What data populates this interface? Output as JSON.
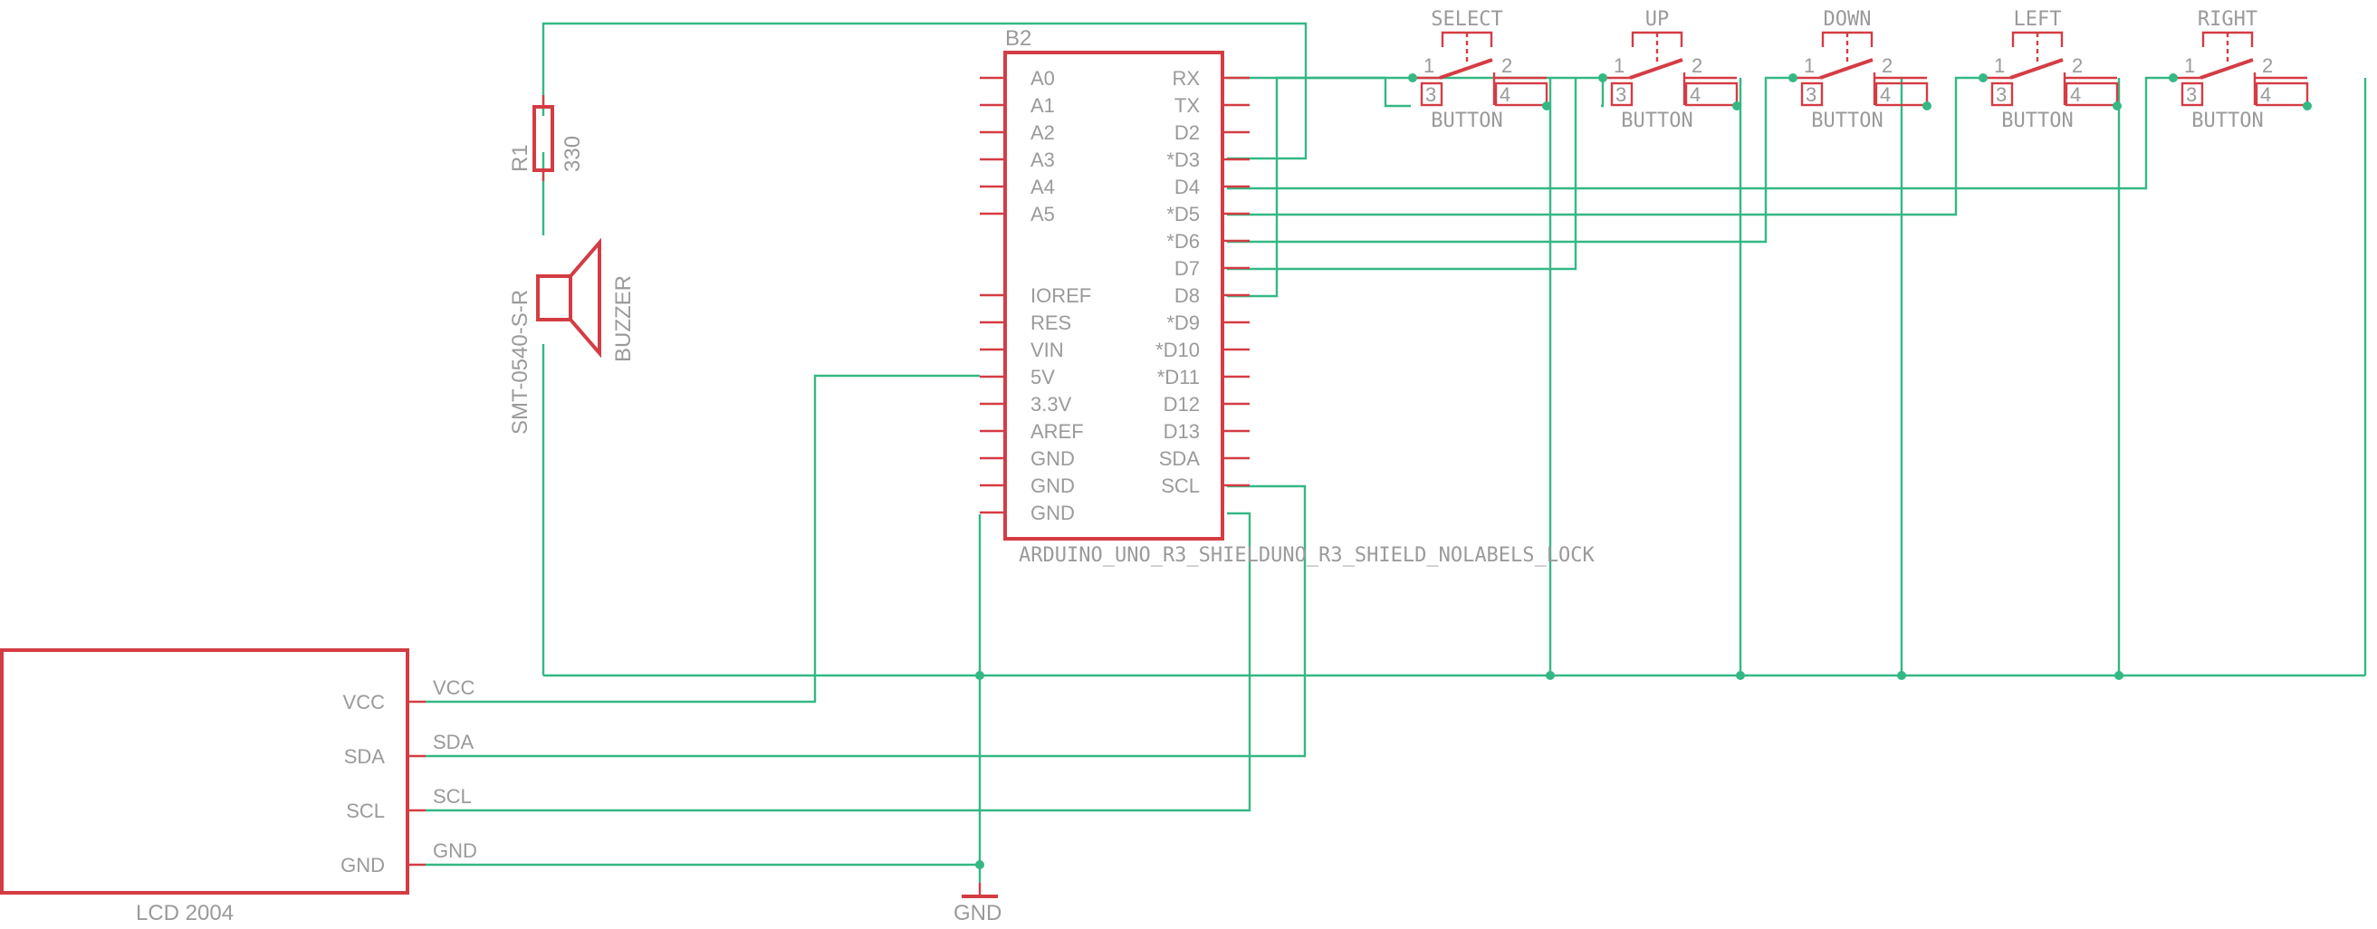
{
  "arduino": {
    "ref": "B2",
    "value": "ARDUINO_UNO_R3_SHIELDUNO_R3_SHIELD_NOLABELS_LOCK",
    "left_pins": [
      "A0",
      "A1",
      "A2",
      "A3",
      "A4",
      "A5",
      "",
      "",
      "IOREF",
      "RES",
      "VIN",
      "5V",
      "3.3V",
      "AREF",
      "GND",
      "GND",
      "GND"
    ],
    "right_pins": [
      "RX",
      "TX",
      "D2",
      "*D3",
      "D4",
      "*D5",
      "*D6",
      "D7",
      "D8",
      "*D9",
      "*D10",
      "*D11",
      "D12",
      "D13",
      "SDA",
      "SCL"
    ]
  },
  "resistor": {
    "ref": "R1",
    "value": "330"
  },
  "buzzer": {
    "ref": "SMT-0540-S-R",
    "value": "BUZZER"
  },
  "buttons": [
    {
      "label": "SELECT",
      "value": "BUTTON",
      "pins": [
        "1",
        "2",
        "3",
        "4"
      ]
    },
    {
      "label": "UP",
      "value": "BUTTON",
      "pins": [
        "1",
        "2",
        "3",
        "4"
      ]
    },
    {
      "label": "DOWN",
      "value": "BUTTON",
      "pins": [
        "1",
        "2",
        "3",
        "4"
      ]
    },
    {
      "label": "LEFT",
      "value": "BUTTON",
      "pins": [
        "1",
        "2",
        "3",
        "4"
      ]
    },
    {
      "label": "RIGHT",
      "value": "BUTTON",
      "pins": [
        "1",
        "2",
        "3",
        "4"
      ]
    }
  ],
  "lcd": {
    "name": "LCD 2004",
    "pins": [
      "VCC",
      "SDA",
      "SCL",
      "GND"
    ],
    "nets": [
      "VCC",
      "SDA",
      "SCL",
      "GND"
    ]
  },
  "ground": {
    "label": "GND"
  }
}
